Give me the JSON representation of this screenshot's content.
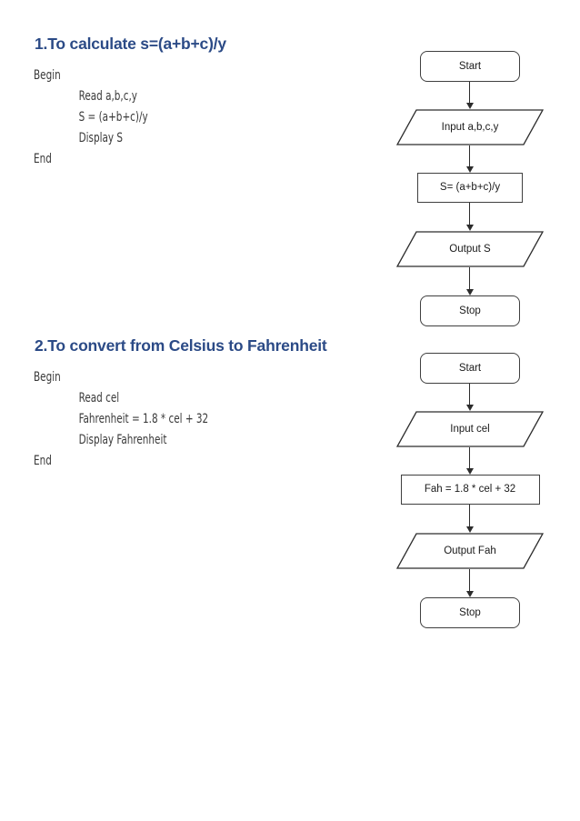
{
  "page": {
    "background": "#ffffff",
    "heading_color": "#2b4a86",
    "code_color": "#3a3a3a",
    "shape_stroke": "#3f3f3f"
  },
  "sections": [
    {
      "heading": "1.To calculate s=(a+b+c)/y",
      "pseudocode": [
        {
          "text": "Begin",
          "indent": false
        },
        {
          "text": "Read a,b,c,y",
          "indent": true
        },
        {
          "text": "S = (a+b+c)/y",
          "indent": true
        },
        {
          "text": "Display S",
          "indent": true
        },
        {
          "text": "End",
          "indent": false
        }
      ],
      "flowchart": {
        "nodes": [
          {
            "type": "terminator",
            "label": "Start",
            "width": 110
          },
          {
            "type": "io",
            "label": "Input a,b,c,y",
            "width": 162
          },
          {
            "type": "process",
            "label": "S= (a+b+c)/y",
            "width": 116
          },
          {
            "type": "io",
            "label": "Output S",
            "width": 162
          },
          {
            "type": "terminator",
            "label": "Stop",
            "width": 110
          }
        ]
      }
    },
    {
      "heading": "2.To convert from Celsius to Fahrenheit",
      "pseudocode": [
        {
          "text": "Begin",
          "indent": false
        },
        {
          "text": "Read cel",
          "indent": true
        },
        {
          "text": "Fahrenheit = 1.8 * cel + 32",
          "indent": true
        },
        {
          "text": "Display Fahrenheit",
          "indent": true
        },
        {
          "text": "End",
          "indent": false
        }
      ],
      "flowchart": {
        "nodes": [
          {
            "type": "terminator",
            "label": "Start",
            "width": 110
          },
          {
            "type": "io",
            "label": "Input cel",
            "width": 162
          },
          {
            "type": "process",
            "label": "Fah = 1.8 * cel + 32",
            "width": 153
          },
          {
            "type": "io",
            "label": "Output Fah",
            "width": 162
          },
          {
            "type": "terminator",
            "label": "Stop",
            "width": 110
          }
        ]
      }
    }
  ]
}
